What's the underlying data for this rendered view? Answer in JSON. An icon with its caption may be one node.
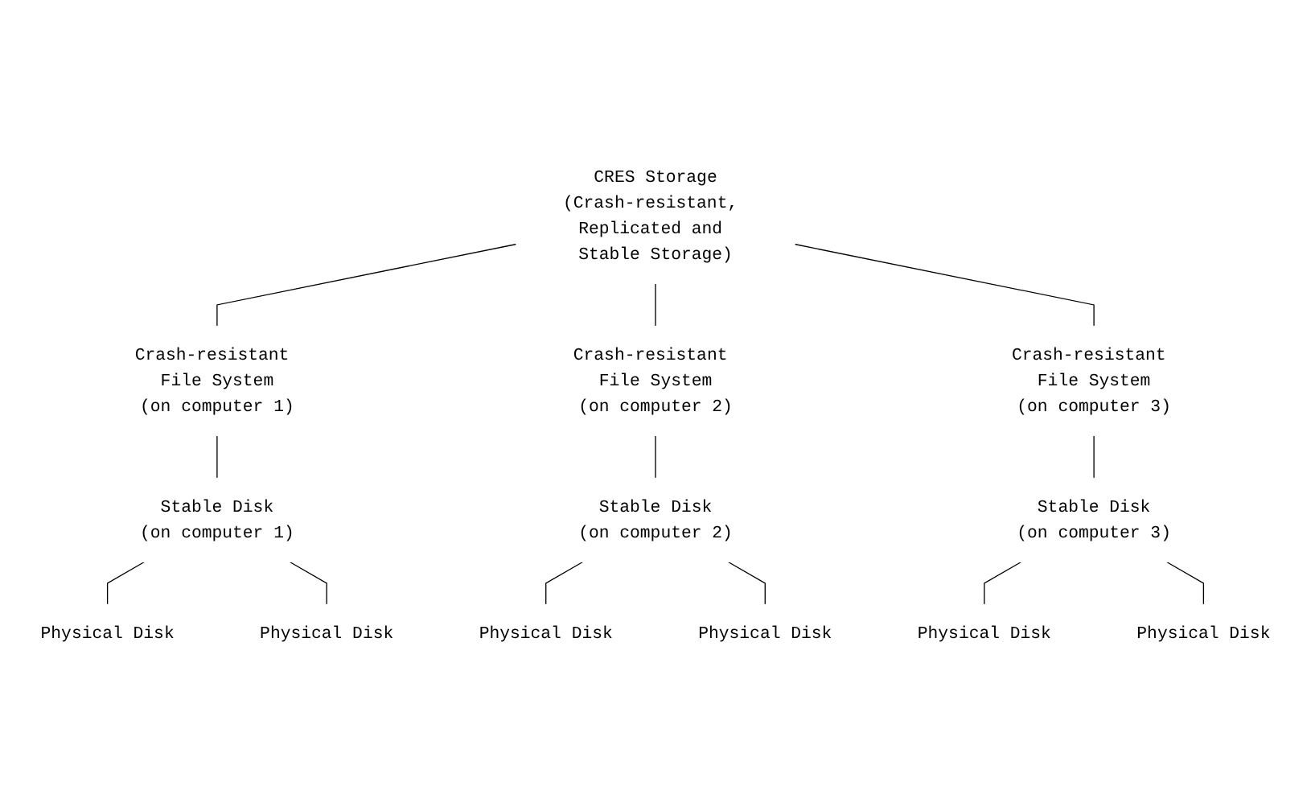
{
  "diagram": {
    "nodes": [
      {
        "text": [
          "CRES Storage",
          "(Crash-resistant, Replicated and Stable Storage)"
        ]
      },
      {
        "text": [
          "Crash-resistant File System",
          "(on computer 1)"
        ]
      },
      {
        "text": [
          "Crash-resistant File System",
          "(on computer 2)"
        ]
      },
      {
        "text": [
          "Crash-resistant File System",
          "(on computer 3)"
        ]
      },
      {
        "text": [
          "Stable Disk",
          "(on computer 1)"
        ]
      },
      {
        "text": [
          "Stable Disk",
          "(on computer 2)"
        ]
      },
      {
        "text": [
          "Stable Disk",
          "(on computer 3)"
        ]
      },
      {
        "text": [
          "Physical Disk"
        ]
      },
      {
        "text": [
          "Physical Disk"
        ]
      },
      {
        "text": [
          "Physical Disk"
        ]
      },
      {
        "text": [
          "Physical Disk"
        ]
      },
      {
        "text": [
          "Physical Disk"
        ]
      },
      {
        "text": [
          "Physical Disk"
        ]
      }
    ],
    "edges": [
      {
        "from": 0,
        "to": 1,
        "arrow": "none"
      },
      {
        "from": 0,
        "to": 2,
        "arrow": "none"
      },
      {
        "from": 0,
        "to": 3,
        "arrow": "none"
      },
      {
        "from": 1,
        "to": 4,
        "arrow": "none"
      },
      {
        "from": 2,
        "to": 5,
        "arrow": "none"
      },
      {
        "from": 3,
        "to": 6,
        "arrow": "none"
      },
      {
        "from": 4,
        "to": 7,
        "arrow": "none"
      },
      {
        "from": 4,
        "to": 8,
        "arrow": "none"
      },
      {
        "from": 5,
        "to": 9,
        "arrow": "none"
      },
      {
        "from": 5,
        "to": 10,
        "arrow": "none"
      },
      {
        "from": 6,
        "to": 11,
        "arrow": "none"
      },
      {
        "from": 6,
        "to": 12,
        "arrow": "none"
      }
    ]
  }
}
